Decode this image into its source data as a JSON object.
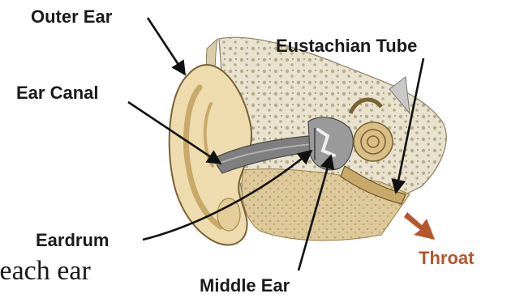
{
  "labels": {
    "outer_ear": "Outer Ear",
    "ear_canal": "Ear Canal",
    "eustachian_tube": "Eustachian Tube",
    "eardrum": "Eardrum",
    "middle_ear": "Middle Ear",
    "throat": "Throat"
  },
  "caption": "n each ear",
  "colors": {
    "skin": "#eedcae",
    "skin_shadow": "#c9a96a",
    "bone": "#e9e2cf",
    "bone_texture": "#b8ac8c",
    "canal": "#7f7f7f",
    "label_text": "#1a1a1a",
    "throat_text": "#b5562c",
    "throat_arrow": "#b5562c"
  }
}
